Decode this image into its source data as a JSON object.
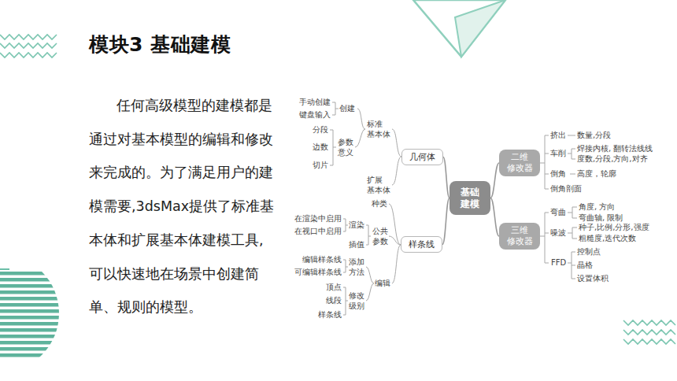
{
  "diagram": {
    "title": "模块3  基础建模",
    "nodes": [
      {
        "text": [
          "基础 建模"
        ]
      },
      {
        "text": [
          "几何体"
        ]
      },
      {
        "text": [
          "样条线"
        ]
      },
      {
        "text": [
          "二维 修改器"
        ]
      },
      {
        "text": [
          "三维 修改器"
        ]
      }
    ],
    "edges": [
      {
        "from": 0,
        "to": 1,
        "arrow": "none"
      },
      {
        "from": 0,
        "to": 2,
        "arrow": "none"
      },
      {
        "from": 0,
        "to": 3,
        "arrow": "none"
      },
      {
        "from": 0,
        "to": 4,
        "arrow": "none"
      }
    ],
    "labels": [
      "任何高级模型的建模都是通过对基本模型的编辑和修改来完成的。为了满足用户的建模需要,3dsMax提供了标准基本体和扩展基本体建模工具,可以快速地在场景中创建简单、规则的模型。",
      "手动创建",
      "键盘输入",
      "创建",
      "分段",
      "边数",
      "切片",
      "参数 意义",
      "标准 基本体",
      "扩展 基本体",
      "种类",
      "在渲染中启用",
      "在视口中启用",
      "渲染",
      "插值",
      "公共 参数",
      "编辑样条线",
      "可编辑样条线",
      "添加 方法",
      "顶点",
      "线段",
      "样条线",
      "修改 级别",
      "编辑",
      "挤出",
      "数量,分段",
      "车削",
      "焊接内核, 翻转法线线",
      "度数,分段,方向,对齐",
      "倒角",
      "高度，轮廓",
      "倒角剖面",
      "弯曲",
      "角度, 方向",
      "弯曲轴, 限制",
      "噪波",
      "种子,比例,分形,强度",
      "粗糙度,迭代次数",
      "FFD",
      "控制点",
      "晶格",
      "设置体积"
    ]
  }
}
